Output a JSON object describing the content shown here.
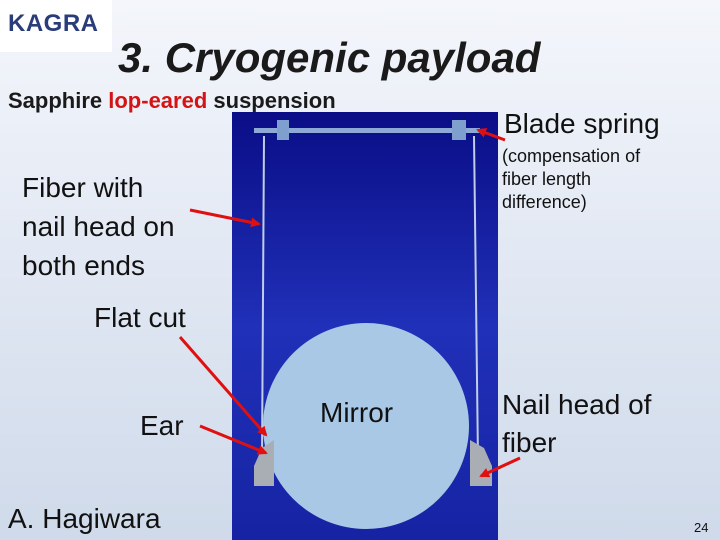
{
  "logo": {
    "text": "KAGRA"
  },
  "title": "3. Cryogenic payload",
  "subtitle": {
    "part1": "Sapphire ",
    "part2": "lop-eared",
    "part3": " suspension"
  },
  "labels": {
    "blade_spring": "Blade spring",
    "compensation": [
      "(compensation of",
      "fiber length",
      "difference)"
    ],
    "fiber_nail": [
      "Fiber with",
      "nail head on",
      "both ends"
    ],
    "flat_cut": "Flat cut",
    "ear": "Ear",
    "mirror": "Mirror",
    "nail_head": [
      "Nail head of",
      "fiber"
    ],
    "author": "A. Hagiwara",
    "page_number": "24"
  },
  "colors": {
    "accent_red": "#d41414",
    "panel_blue": "#1623a3",
    "mirror_fill": "#a8c8e6",
    "blade_color": "#7f9fcf"
  }
}
